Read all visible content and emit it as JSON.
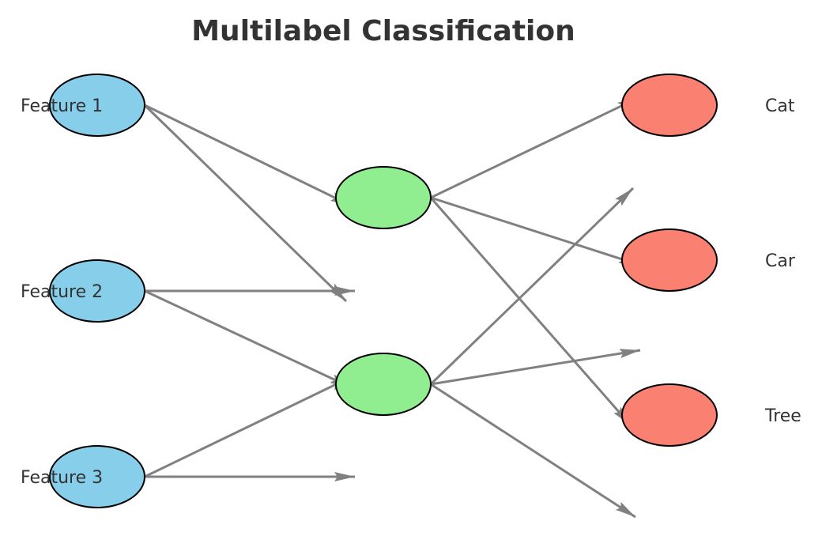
{
  "title": "Multilabel Classification",
  "colors": {
    "input_node": "#87CEEB",
    "hidden_node": "#90EE90",
    "output_node": "#FA8072",
    "edge": "#808080",
    "node_outline": "#000000",
    "text": "#333333"
  },
  "input_labels": [
    "Feature 1",
    "Feature 2",
    "Feature 3"
  ],
  "output_labels": [
    "Cat",
    "Car",
    "Tree"
  ],
  "hidden_node_count": 2,
  "arrows": [
    {
      "from": "Feature 1",
      "to": "hidden node 1"
    },
    {
      "from": "Feature 1",
      "to": "open end, middle column"
    },
    {
      "from": "Feature 2",
      "to": "open end, middle column"
    },
    {
      "from": "Feature 2",
      "to": "hidden node 2"
    },
    {
      "from": "Feature 3",
      "to": "hidden node 2"
    },
    {
      "from": "Feature 3",
      "to": "open end, middle column"
    },
    {
      "from": "hidden node 1",
      "to": "Cat"
    },
    {
      "from": "hidden node 1",
      "to": "Car"
    },
    {
      "from": "hidden node 1",
      "to": "Tree"
    },
    {
      "from": "hidden node 2",
      "to": "open end, output column"
    },
    {
      "from": "hidden node 2",
      "to": "open end, output column"
    },
    {
      "from": "hidden node 2",
      "to": "open end, output column"
    }
  ]
}
